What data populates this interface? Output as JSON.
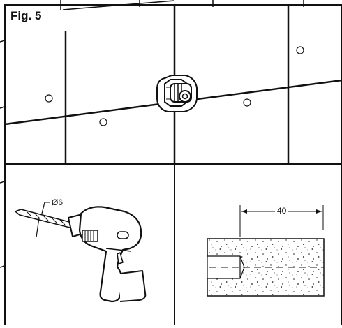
{
  "figure": {
    "label": "Fig. 5"
  },
  "drill": {
    "bit_diameter_label": "Ø6"
  },
  "drill_hole": {
    "depth_label": "40"
  },
  "colors": {
    "line": "#111111",
    "background": "#ffffff"
  },
  "icons": [
    "drill-icon",
    "drill-bit-icon",
    "anchor-bolt-icon",
    "concrete-section-icon"
  ]
}
